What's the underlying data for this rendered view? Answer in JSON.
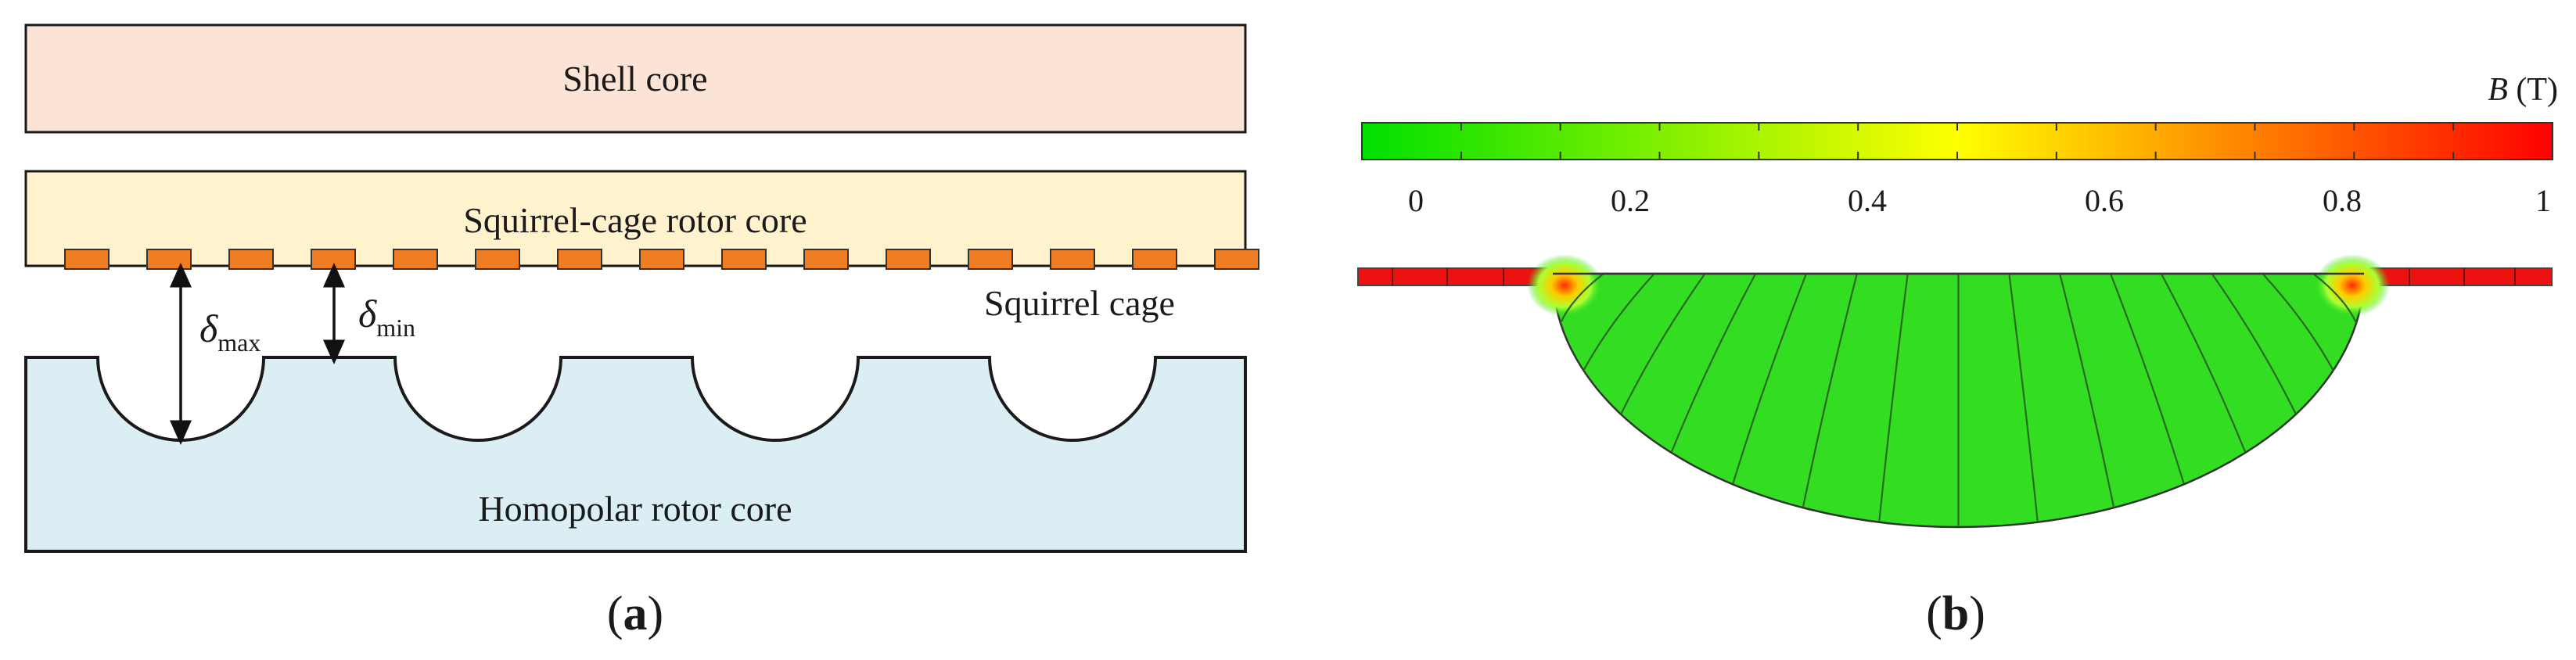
{
  "panel_a": {
    "shell_label": "Shell core",
    "rotor_label": "Squirrel-cage rotor core",
    "cage_label": "Squirrel cage",
    "homopolar_label": "Homopolar rotor core",
    "delta_symbol": "δ",
    "delta_max_sub": "max",
    "delta_min_sub": "min",
    "caption_open": "(",
    "caption_letter": "a",
    "caption_close": ")",
    "colors": {
      "shell_fill": "#fbe4d5",
      "rotor_fill": "#fff2cc",
      "bar_fill": "#f07d22",
      "homopolar_fill": "#daeef3",
      "stroke": "#1a1a1a"
    },
    "cage_bar_count": 15,
    "slot_count": 4
  },
  "panel_b": {
    "colorbar_title_symbol": "B",
    "colorbar_title_unit": " (T)",
    "colorbar_ticks": [
      "0",
      "0.2",
      "0.4",
      "0.6",
      "0.8",
      "1"
    ],
    "colorbar_range": [
      0,
      1
    ],
    "colormap": [
      "#00e000",
      "#ffff00",
      "#ff0000"
    ],
    "field_level_region_fill": "#33dd22",
    "saturated_fill": "#ee1111",
    "caption_open": "(",
    "caption_letter": "b",
    "caption_close": ")"
  }
}
